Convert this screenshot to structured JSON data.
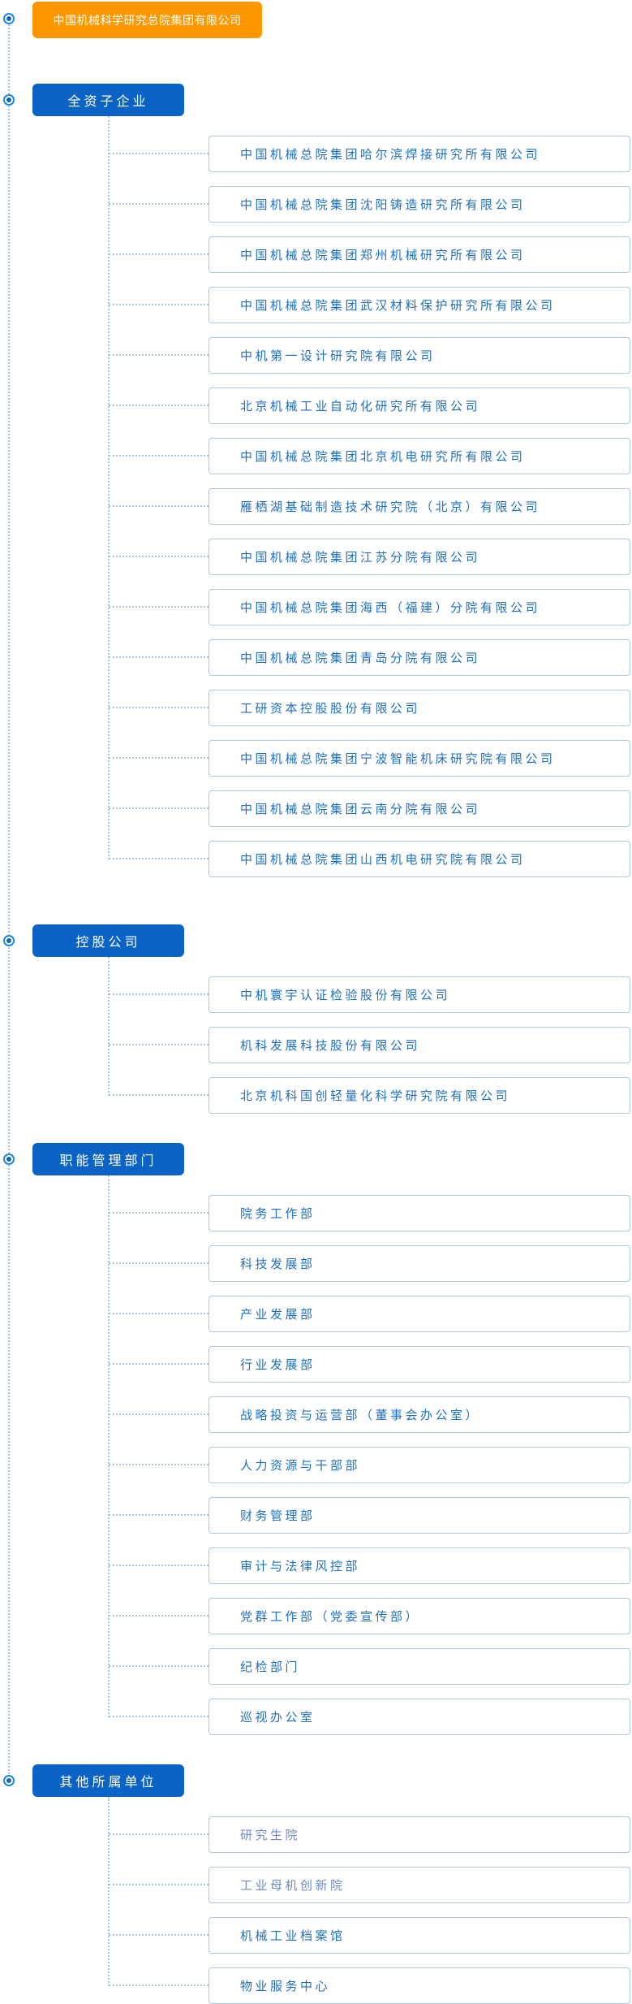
{
  "root": {
    "label": "中国机械科学研究总院集团有限公司"
  },
  "sections": [
    {
      "label": "全资子企业",
      "items": [
        {
          "label": "中国机械总院集团哈尔滨焊接研究所有限公司"
        },
        {
          "label": "中国机械总院集团沈阳铸造研究所有限公司"
        },
        {
          "label": "中国机械总院集团郑州机械研究所有限公司"
        },
        {
          "label": "中国机械总院集团武汉材料保护研究所有限公司"
        },
        {
          "label": "中机第一设计研究院有限公司"
        },
        {
          "label": "北京机械工业自动化研究所有限公司"
        },
        {
          "label": "中国机械总院集团北京机电研究所有限公司"
        },
        {
          "label": "雁栖湖基础制造技术研究院（北京）有限公司"
        },
        {
          "label": "中国机械总院集团江苏分院有限公司"
        },
        {
          "label": "中国机械总院集团海西（福建）分院有限公司"
        },
        {
          "label": "中国机械总院集团青岛分院有限公司"
        },
        {
          "label": "工研资本控股股份有限公司"
        },
        {
          "label": "中国机械总院集团宁波智能机床研究院有限公司"
        },
        {
          "label": "中国机械总院集团云南分院有限公司"
        },
        {
          "label": "中国机械总院集团山西机电研究院有限公司"
        }
      ]
    },
    {
      "label": "控股公司",
      "items": [
        {
          "label": "中机寰宇认证检验股份有限公司"
        },
        {
          "label": "机科发展科技股份有限公司"
        },
        {
          "label": "北京机科国创轻量化科学研究院有限公司"
        }
      ]
    },
    {
      "label": "职能管理部门",
      "items": [
        {
          "label": "院务工作部"
        },
        {
          "label": "科技发展部"
        },
        {
          "label": "产业发展部"
        },
        {
          "label": "行业发展部"
        },
        {
          "label": "战略投资与运营部（董事会办公室）"
        },
        {
          "label": "人力资源与干部部"
        },
        {
          "label": "财务管理部"
        },
        {
          "label": "审计与法律风控部"
        },
        {
          "label": "党群工作部（党委宣传部）"
        },
        {
          "label": "纪检部门"
        },
        {
          "label": "巡视办公室"
        }
      ]
    },
    {
      "label": "其他所属单位",
      "items": [
        {
          "label": "研究生院",
          "visited": true
        },
        {
          "label": "工业母机创新院",
          "visited": true
        },
        {
          "label": "机械工业档案馆"
        },
        {
          "label": "物业服务中心"
        }
      ]
    }
  ],
  "colors": {
    "root_node_bg": "#FF9800",
    "category_node_bg": "#0B63C5",
    "node_text": "#FFFFFF",
    "leaf_text": "#1E6FC0",
    "leaf_text_visited": "#7188CB",
    "leaf_border": "#A9C7E7",
    "connector": "#9FC4E9",
    "icon_ring": "#1E88E5",
    "icon_dot": "#1565C0"
  },
  "icons": {
    "node": "bullseye-icon"
  }
}
